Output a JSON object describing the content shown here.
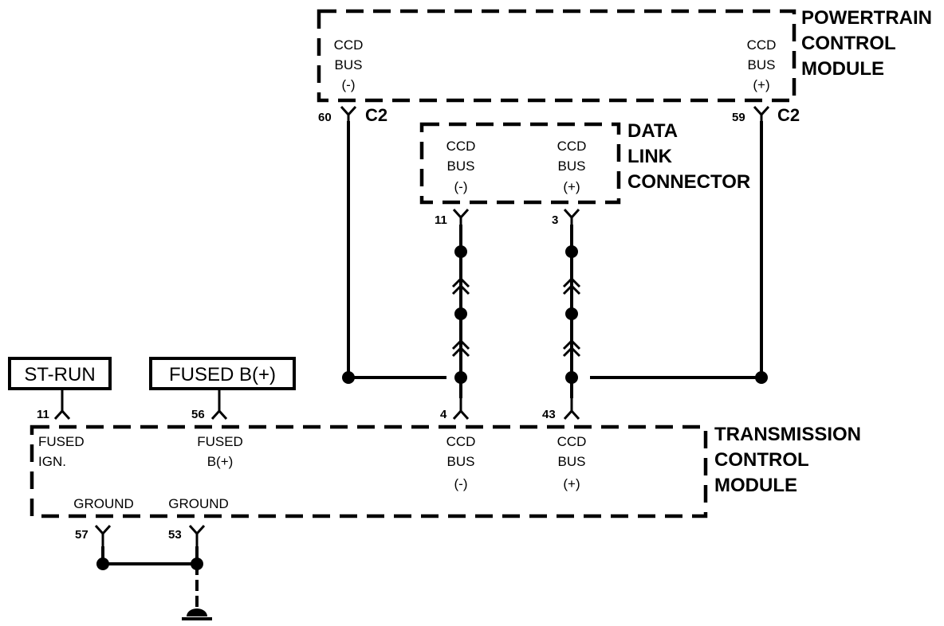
{
  "pcm": {
    "title_lines": [
      "POWERTRAIN",
      "CONTROL",
      "MODULE"
    ],
    "ccd_neg": [
      "CCD",
      "BUS",
      "(-)"
    ],
    "ccd_pos": [
      "CCD",
      "BUS",
      "(+)"
    ],
    "pin_neg": "60",
    "pin_pos": "59",
    "conn_neg": "C2",
    "conn_pos": "C2"
  },
  "dlc": {
    "title_lines": [
      "DATA",
      "LINK",
      "CONNECTOR"
    ],
    "ccd_neg": [
      "CCD",
      "BUS",
      "(-)"
    ],
    "ccd_pos": [
      "CCD",
      "BUS",
      "(+)"
    ],
    "pin_neg": "11",
    "pin_pos": "3"
  },
  "tcm": {
    "title_lines": [
      "TRANSMISSION",
      "CONTROL",
      "MODULE"
    ],
    "fused_ign": [
      "FUSED",
      "IGN."
    ],
    "fused_b": [
      "FUSED",
      "B(+)"
    ],
    "ccd_neg": [
      "CCD",
      "BUS",
      "(-)"
    ],
    "ccd_pos": [
      "CCD",
      "BUS",
      "(+)"
    ],
    "ground_1": "GROUND",
    "ground_2": "GROUND",
    "pin_fused_ign": "11",
    "pin_fused_b": "56",
    "pin_ccd_neg": "4",
    "pin_ccd_pos": "43",
    "pin_ground_1": "57",
    "pin_ground_2": "53"
  },
  "sources": {
    "st_run": "ST-RUN",
    "fused_b": "FUSED B(+)"
  }
}
